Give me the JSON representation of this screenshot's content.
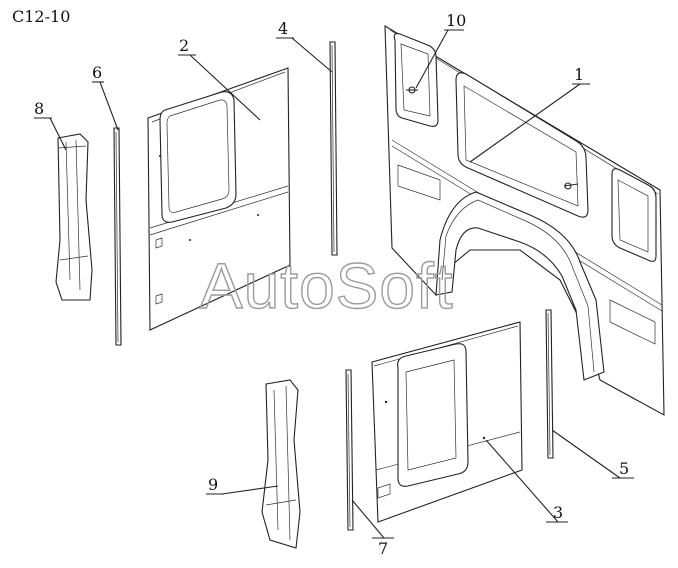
{
  "diagram": {
    "code": "C12-10",
    "watermark": "AutoSoft",
    "callouts": [
      "1",
      "2",
      "3",
      "4",
      "5",
      "6",
      "7",
      "8",
      "9",
      "10"
    ]
  }
}
